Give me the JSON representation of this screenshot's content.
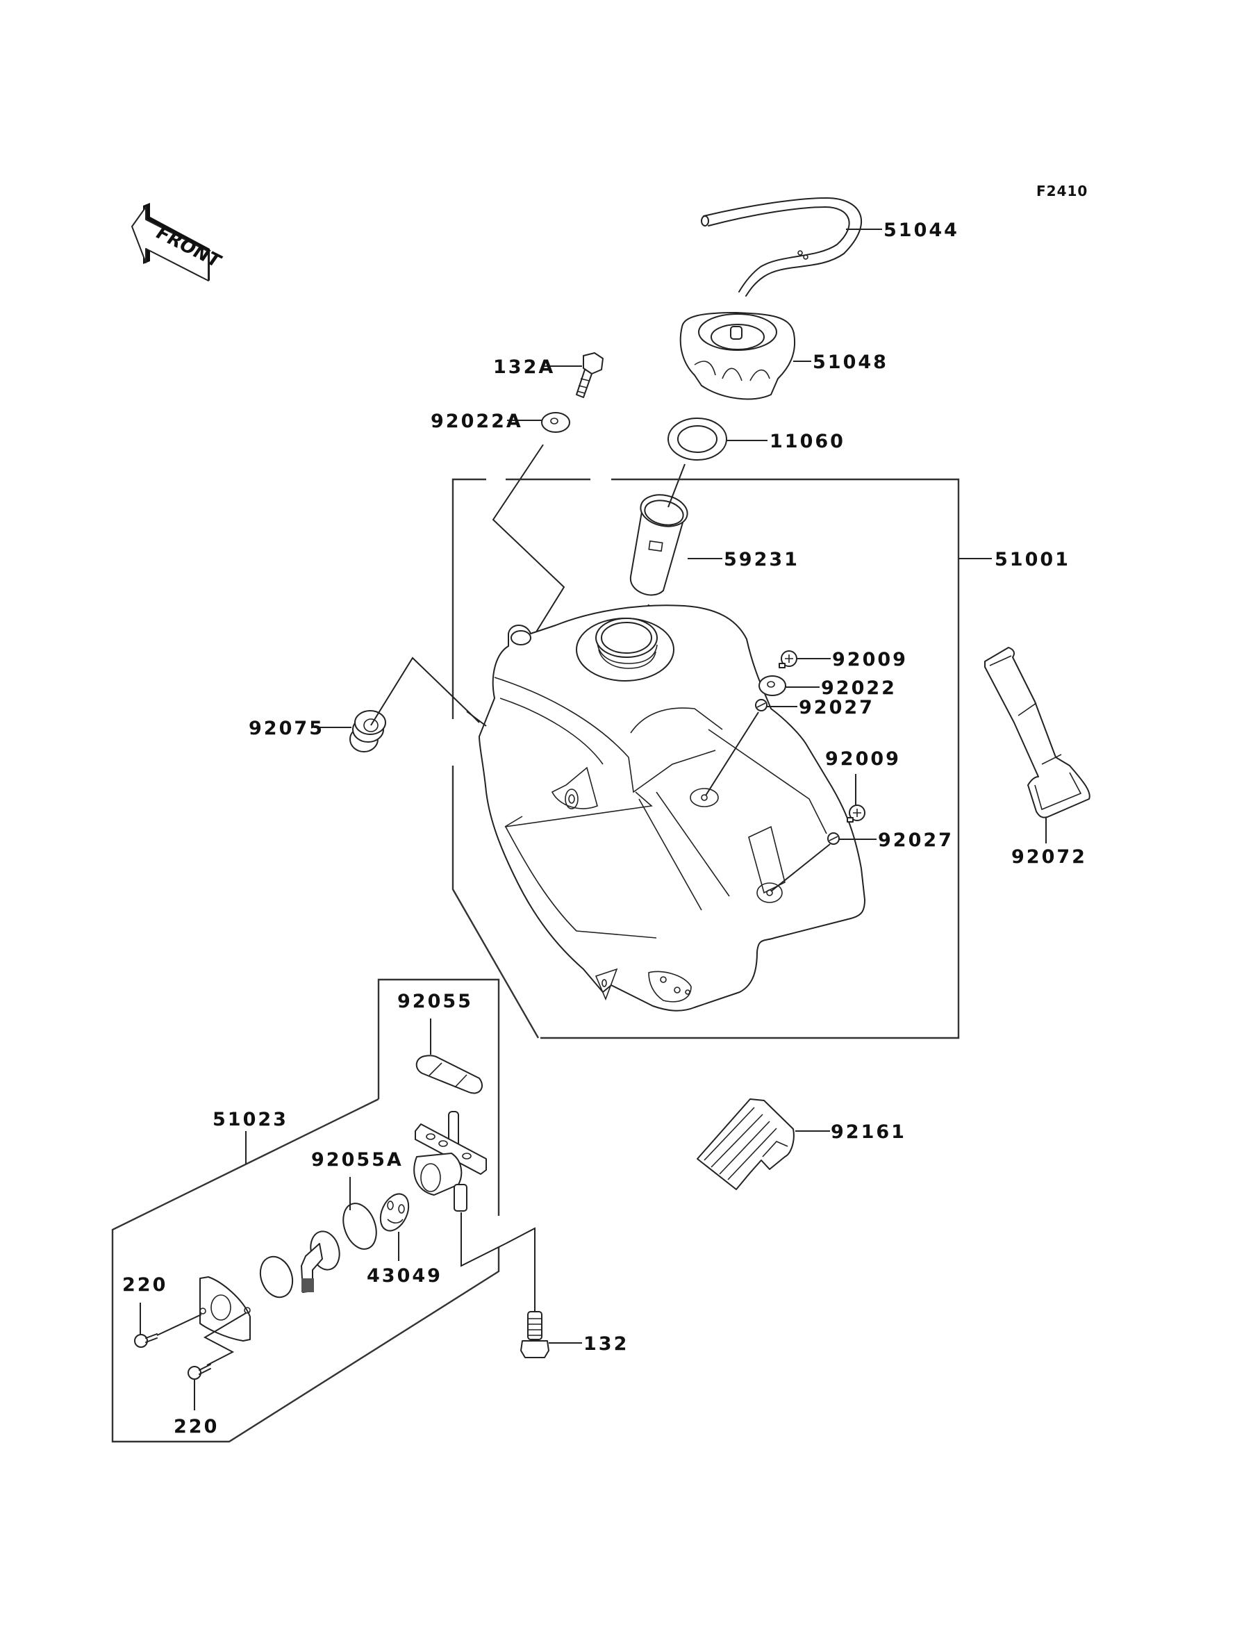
{
  "diagram": {
    "figure_code": "F2410",
    "front_indicator": "FRONT",
    "parts": {
      "breather_hose": "51044",
      "fuel_cap": "51048",
      "cap_gasket": "11060",
      "bolt_132a": "132A",
      "washer_92022a": "92022A",
      "filler_strainer": "59231",
      "fuel_tank_assembly": "51001",
      "screw_92009_upper": "92009",
      "washer_92022": "92022",
      "collar_92027_upper": "92027",
      "screw_92009_lower": "92009",
      "collar_92027_lower": "92027",
      "damper_92075": "92075",
      "tank_strap": "92072",
      "fuel_cock_gasket": "92055",
      "fuel_cock_assembly": "51023",
      "o_ring_92055a": "92055A",
      "lever_gasket": "43049",
      "screw_220_upper": "220",
      "screw_220_lower": "220",
      "bolt_132": "132",
      "pad_92161": "92161"
    }
  }
}
